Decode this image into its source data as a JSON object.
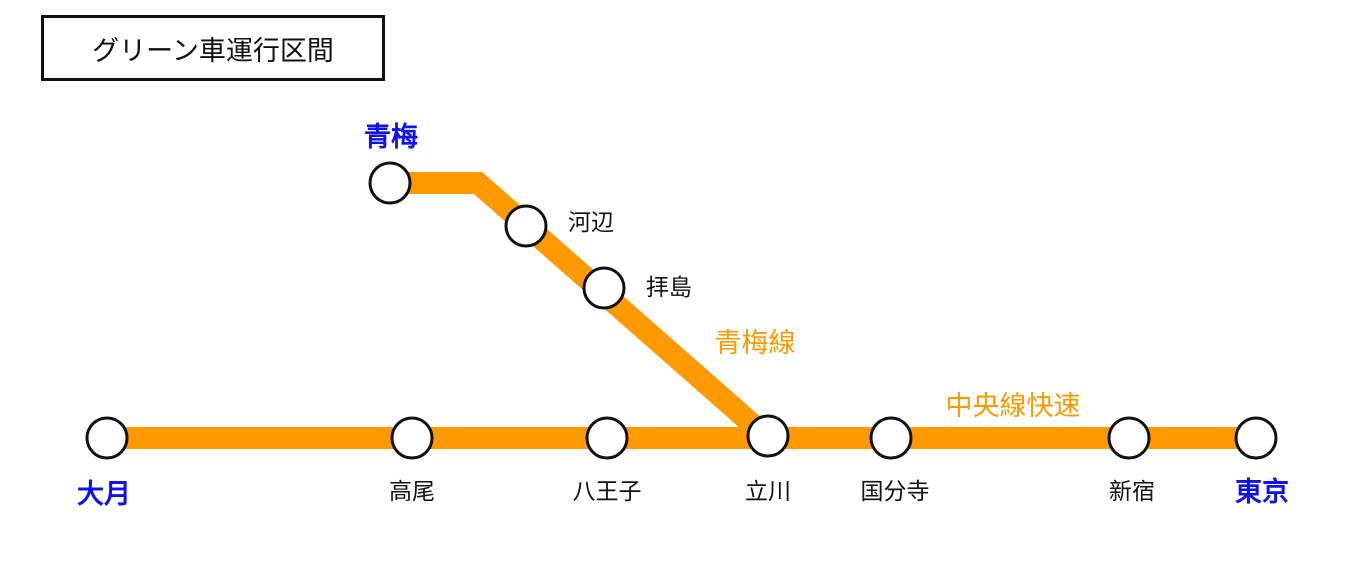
{
  "title": "グリーン車運行区間",
  "colors": {
    "line": "#FF9900",
    "terminal": "#1010F0",
    "text": "#111111"
  },
  "lines": {
    "ome": "青梅線",
    "chuo": "中央線快速"
  },
  "stations": {
    "otsuki": "大月",
    "takao": "高尾",
    "hachioji": "八王子",
    "tachikawa": "立川",
    "kokubunji": "国分寺",
    "shinjuku": "新宿",
    "tokyo": "東京",
    "ome": "青梅",
    "kabe": "河辺",
    "haijima": "拝島"
  }
}
